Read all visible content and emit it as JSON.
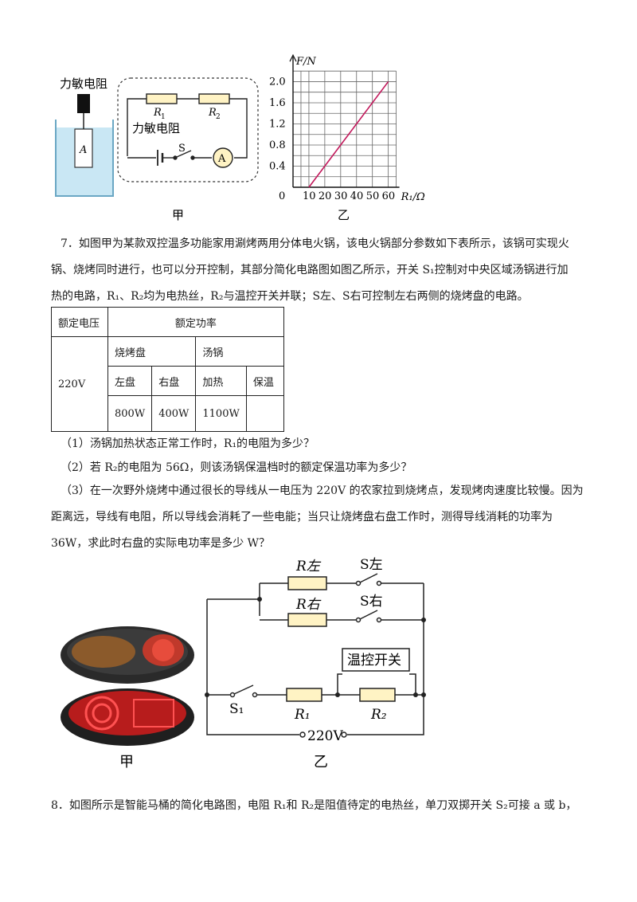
{
  "figure_top": {
    "sensor_label_outer": "力敏电阻",
    "sensor_label_inner": "力敏电阻",
    "block_label": "A",
    "r1_label": "R",
    "r1_sub": "1",
    "r2_label": "R",
    "r2_sub": "2",
    "switch_label": "S",
    "ammeter_label": "A",
    "caption_left": "甲",
    "caption_right": "乙"
  },
  "chart_data": {
    "type": "line",
    "ylabel": "F/N",
    "xlabel": "R₁/Ω",
    "origin_label": "0",
    "x_ticks": [
      "10",
      "20",
      "30",
      "40",
      "50",
      "60"
    ],
    "y_ticks": [
      "0.4",
      "0.8",
      "1.2",
      "1.6",
      "2.0"
    ],
    "xlim": [
      0,
      65
    ],
    "ylim": [
      0,
      2.2
    ],
    "grid": true,
    "series": [
      {
        "x": [
          10,
          60
        ],
        "y": [
          0,
          2.0
        ],
        "color": "#c2185b"
      }
    ]
  },
  "q7": {
    "intro_lines": [
      "7．如图甲为某款双控温多功能家用涮烤两用分体电火锅，该电火锅部分参数如下表所示，该锅可实现火",
      "锅、烧烤同时进行，也可以分开控制，其部分简化电路图如图乙所示，开关 S₁控制对中央区域汤锅进行加",
      "热的电路，R₁、R₂均为电热丝，R₂与温控开关并联；S左、S右可控制左右两侧的烧烤盘的电路。"
    ],
    "table": {
      "rated_voltage_header": "额定电压",
      "rated_power_header": "额定功率",
      "voltage_value": "220V",
      "grill_header": "烧烤盘",
      "pot_header": "汤锅",
      "left_plate": "左盘",
      "right_plate": "右盘",
      "heating": "加热",
      "keep_warm": "保温",
      "left_power": "800W",
      "right_power": "400W",
      "heating_power": "1100W",
      "keep_warm_power": ""
    },
    "sub_questions": [
      "（1）汤锅加热状态正常工作时，R₁的电阻为多少？",
      "（2）若 R₂的电阻为 56Ω，则该汤锅保温档时的额定保温功率为多少？"
    ],
    "q3_lines": [
      "（3）在一次野外烧烤中通过很长的导线从一电压为 220V 的农家拉到烧烤点，发现烤肉速度比较慢。因为",
      "距离远，导线有电阻，所以导线会消耗了一些电能；当只让烧烤盘右盘工作时，测得导线消耗的功率为",
      "36W，求此时右盘的实际电功率是多少 W？"
    ]
  },
  "figure_bottom": {
    "r_left": "R左",
    "s_left": "S左",
    "r_right": "R右",
    "s_right": "S右",
    "thermo_switch": "温控开关",
    "s1": "S₁",
    "r1": "R₁",
    "r2": "R₂",
    "voltage": "220V",
    "caption_left": "甲",
    "caption_right": "乙"
  },
  "q8": {
    "text": "8．如图所示是智能马桶的简化电路图，电阻 R₁和 R₂是阻值待定的电热丝，单刀双掷开关 S₂可接 a 或 b，"
  }
}
